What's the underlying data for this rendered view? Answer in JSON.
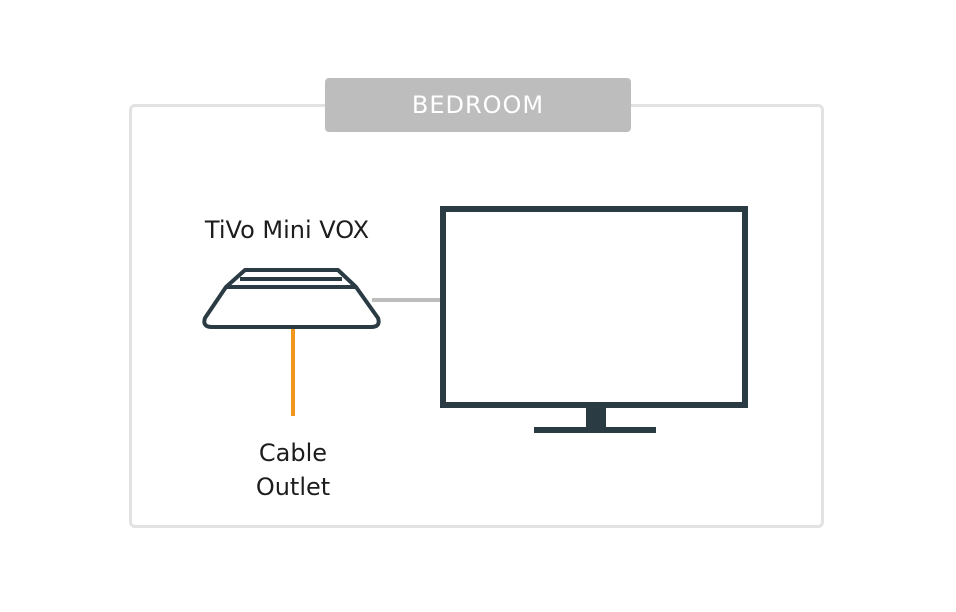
{
  "room": {
    "name": "BEDROOM"
  },
  "device": {
    "label": "TiVo Mini VOX"
  },
  "outlet": {
    "line1": "Cable",
    "line2": "Outlet"
  },
  "colors": {
    "frame": "#e2e2e2",
    "badge": "#bdbdbd",
    "device_stroke": "#2b3b43",
    "coax_cable": "#f0961e",
    "hdmi_cable": "#bdbdbd"
  }
}
